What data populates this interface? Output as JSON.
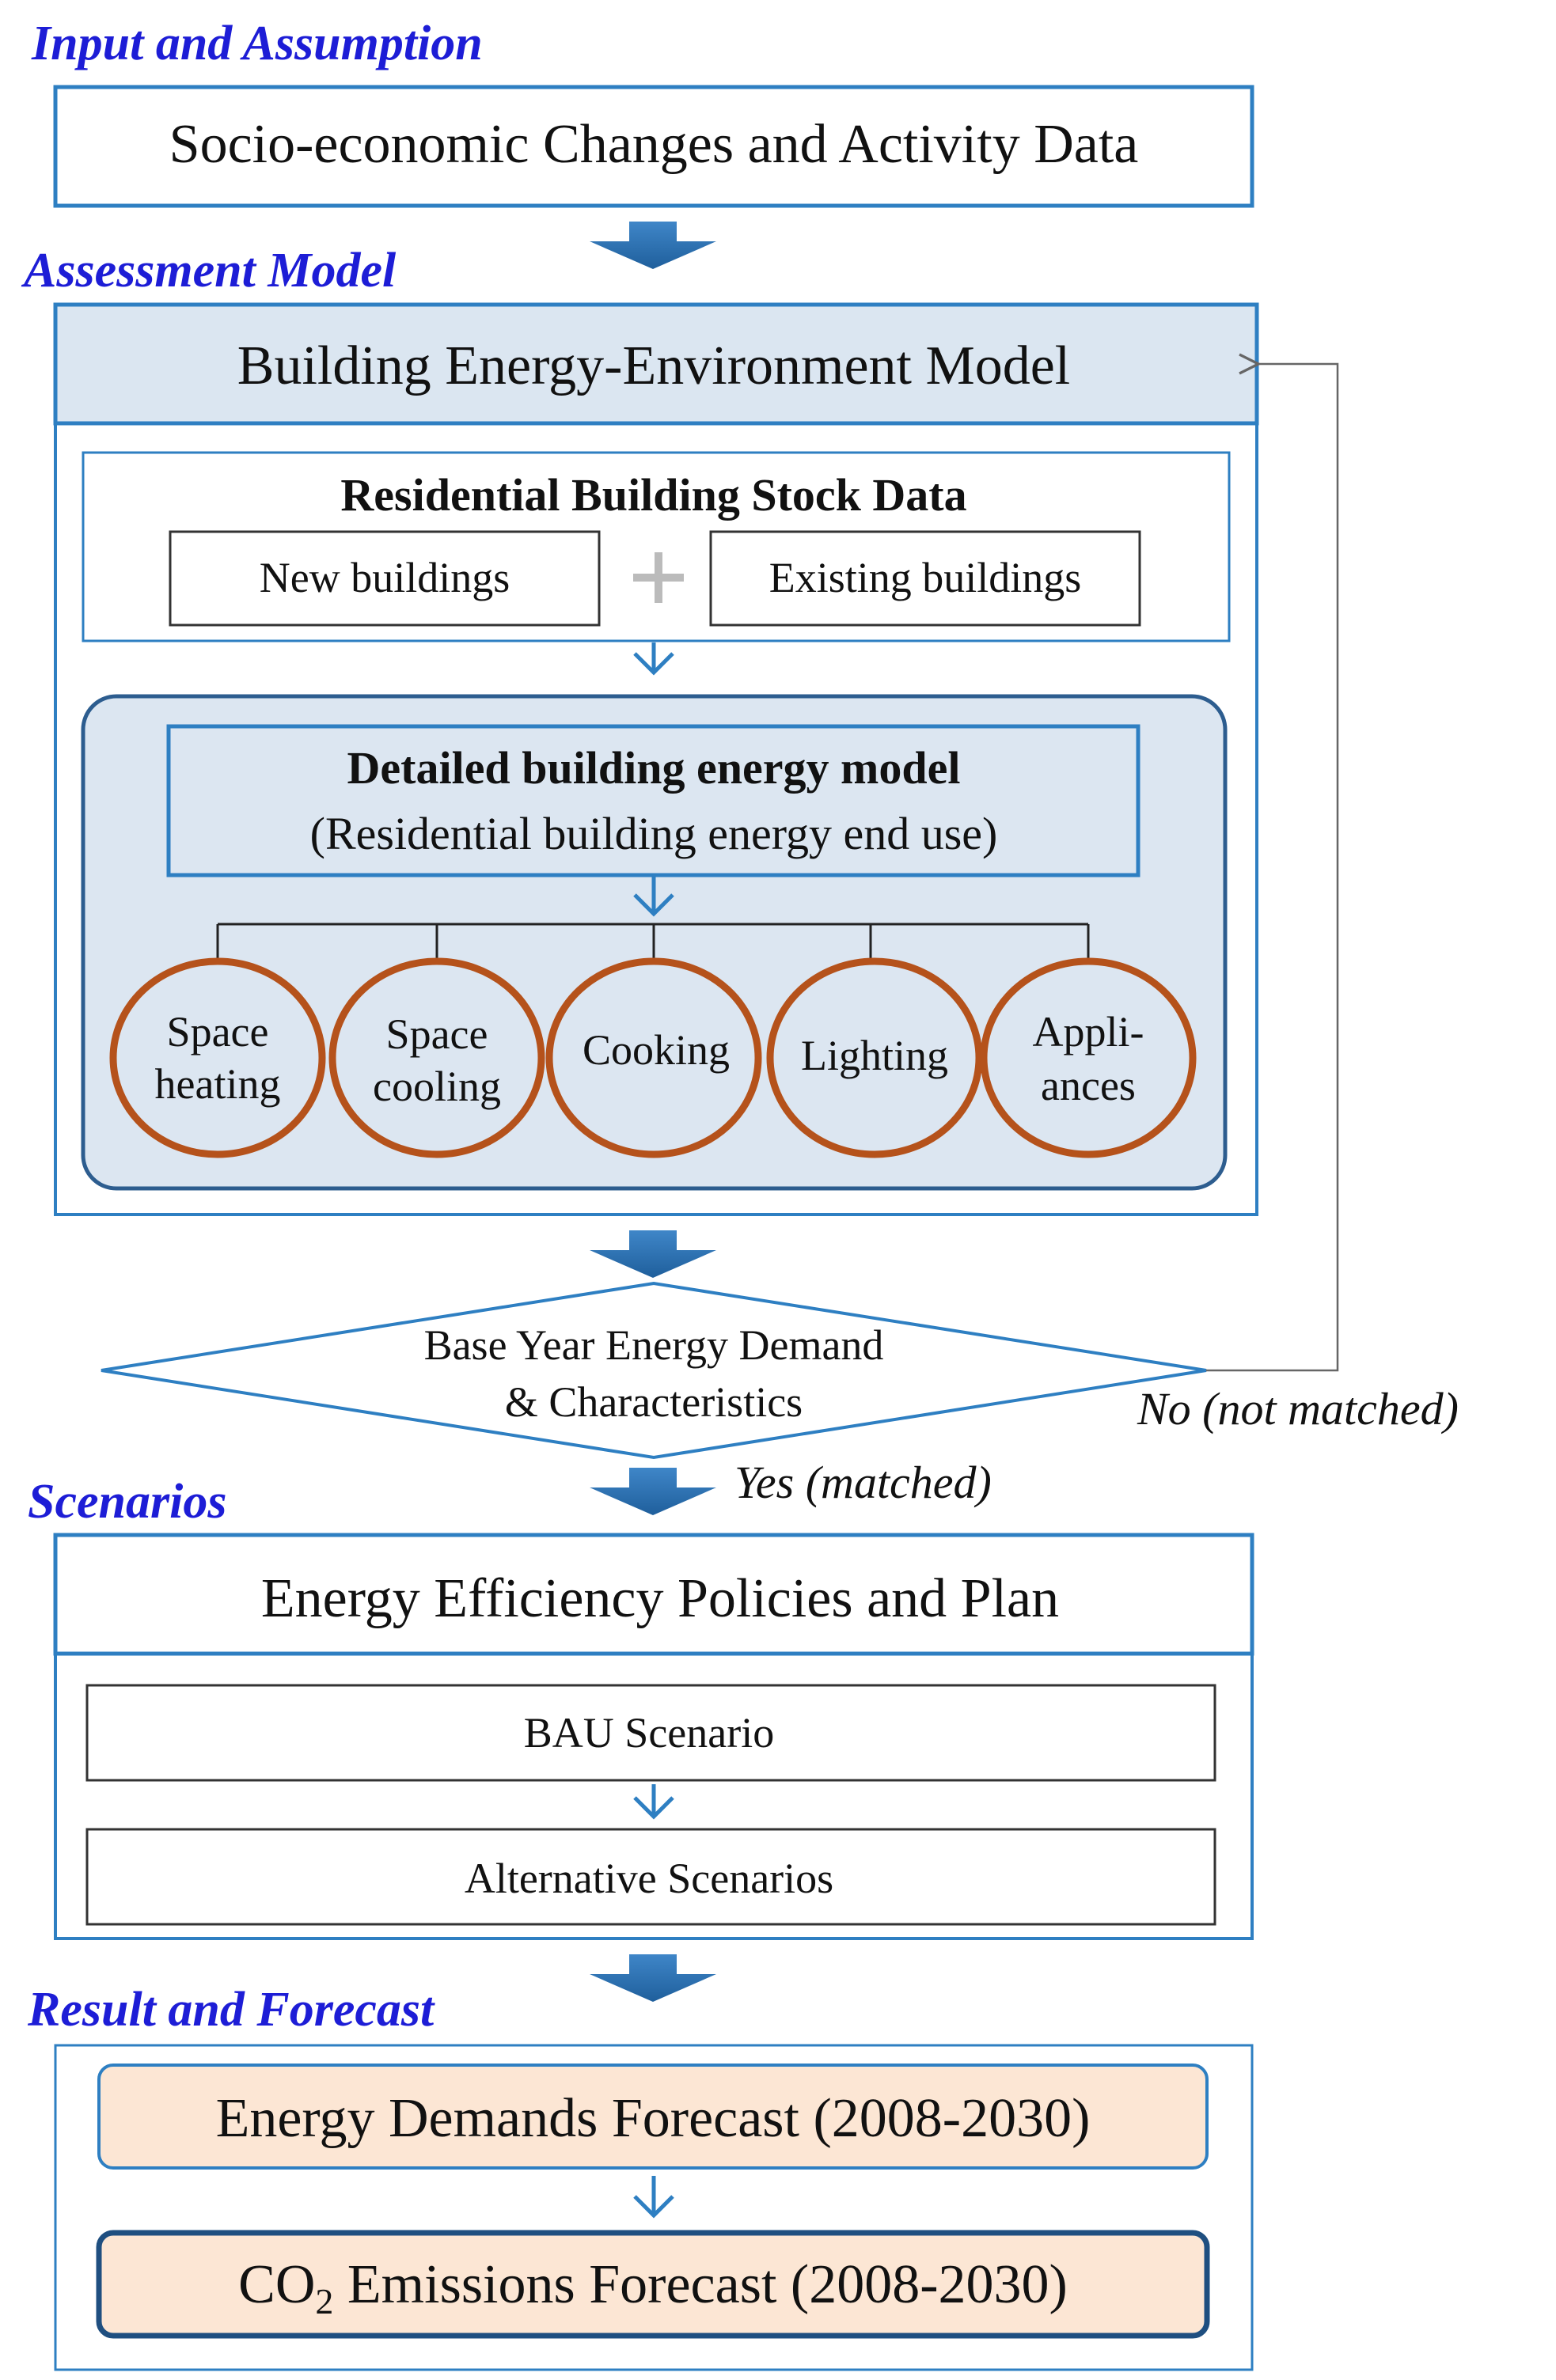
{
  "sections": {
    "input": "Input and Assumption",
    "assessment": "Assessment Model",
    "scenarios": "Scenarios",
    "result": "Result and Forecast"
  },
  "input_box": "Socio-economic Changes and Activity Data",
  "model_header": "Building Energy-Environment Model",
  "stock": {
    "title": "Residential Building Stock Data",
    "new": "New buildings",
    "plus": "+",
    "existing": "Existing buildings"
  },
  "detailed": {
    "title": "Detailed building energy model",
    "subtitle": "(Residential building energy end use)"
  },
  "end_uses": [
    [
      "Space",
      "heating"
    ],
    [
      "Space",
      "cooling"
    ],
    [
      "Cooking"
    ],
    [
      "Lighting"
    ],
    [
      "Appli-",
      "ances"
    ]
  ],
  "decision": {
    "line1": "Base Year Energy Demand",
    "line2": "& Characteristics",
    "no": "No (not matched)",
    "yes": "Yes (matched)"
  },
  "policies_header": "Energy Efficiency Policies and Plan",
  "bau": "BAU Scenario",
  "alternative": "Alternative Scenarios",
  "forecast_energy": "Energy Demands Forecast (2008-2030)",
  "forecast_co2": {
    "prefix": "CO",
    "sub": "2",
    "suffix": " Emissions Forecast (2008-2030)"
  },
  "colors": {
    "box_border": "#2e7fc2",
    "header_fill": "#dbe6f1",
    "panel_fill": "#dce6f1",
    "circle_stroke": "#b5521b",
    "forecast_fill": "#fce6d4",
    "section_text": "#1d1dd6",
    "arrow": "#2d70b0"
  }
}
